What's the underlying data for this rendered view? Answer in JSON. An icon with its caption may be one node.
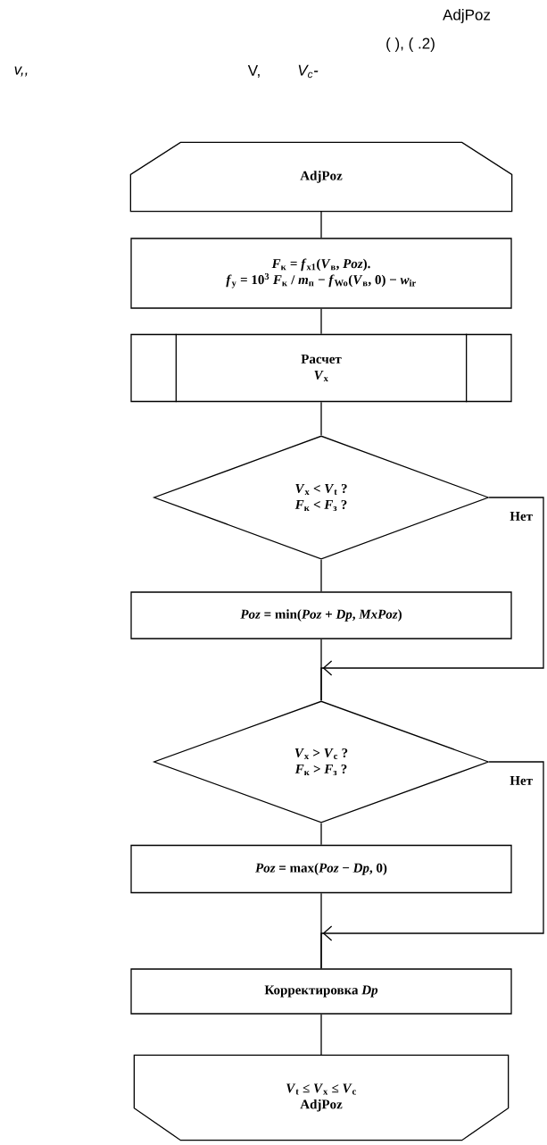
{
  "diagram": {
    "nodes": [
      {
        "text": [
          "AdjPoz"
        ]
      },
      {
        "text": [
          "*F*$_{к}$ = *f*$_{x1}$(*V*$_{в}$, *Poz*).",
          "*f*$_{y}$ = 10$^{3}$ *F*$_{к}$ / *m*$_{п}$ − *f*$_{Wo}$(*V*$_{в}$, 0) − *w*$_{ir}$"
        ]
      },
      {
        "text": [
          "Расчет",
          "*V*$_{x}$"
        ]
      },
      {
        "text": [
          "*V*$_{x}$ < *V*$_{t}$ ?",
          "*F*$_{к}$ < *F*$_{з}$ ?"
        ]
      },
      {
        "text": [
          "*Poz* = min(*Poz* + *Dp*, *MxPoz*)"
        ]
      },
      {
        "text": [
          "*V*$_{x}$ > *V*$_{c}$ ?",
          "*F*$_{к}$ > *F*$_{з}$ ?"
        ]
      },
      {
        "text": [
          "*Poz* = max(*Poz* − *Dp*, 0)"
        ]
      },
      {
        "text": [
          "Корректировка *Dp*"
        ]
      },
      {
        "text": [
          "*V*$_{t}$ ≤ *V*$_{x}$ ≤ *V*$_{c}$",
          "AdjPoz"
        ]
      }
    ],
    "edges": [
      {
        "from": 0,
        "to": 1,
        "arrow": "none"
      },
      {
        "from": 1,
        "to": 2,
        "arrow": "none"
      },
      {
        "from": 2,
        "to": 3,
        "arrow": "none"
      },
      {
        "from": 3,
        "to": 4,
        "arrow": "none"
      },
      {
        "from": 4,
        "to": 5,
        "arrow": "none"
      },
      {
        "from": 3,
        "to": 5,
        "arrow": "to",
        "label": "Нет"
      },
      {
        "from": 5,
        "to": 6,
        "arrow": "none"
      },
      {
        "from": 6,
        "to": 7,
        "arrow": "none"
      },
      {
        "from": 5,
        "to": 7,
        "arrow": "to",
        "label": "Нет"
      },
      {
        "from": 7,
        "to": 8,
        "arrow": "none"
      }
    ],
    "labels": [
      "AdjPoz",
      "( ), ( .2)",
      "v,,",
      "V,",
      "V$_{c}$-"
    ]
  }
}
